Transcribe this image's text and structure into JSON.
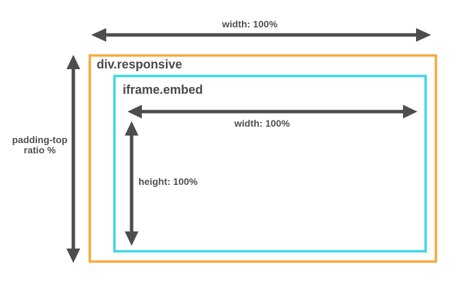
{
  "colors": {
    "outer_border": "#f5a93a",
    "inner_border": "#3fd6e6",
    "arrow": "#4d4d4d",
    "text": "#4a4a4a"
  },
  "outer": {
    "name": "div.responsive",
    "width_label": "width: 100%",
    "height_label_line1": "padding-top",
    "height_label_line2": "ratio %"
  },
  "inner": {
    "name": "iframe.embed",
    "width_label": "width: 100%",
    "height_label": "height: 100%"
  }
}
